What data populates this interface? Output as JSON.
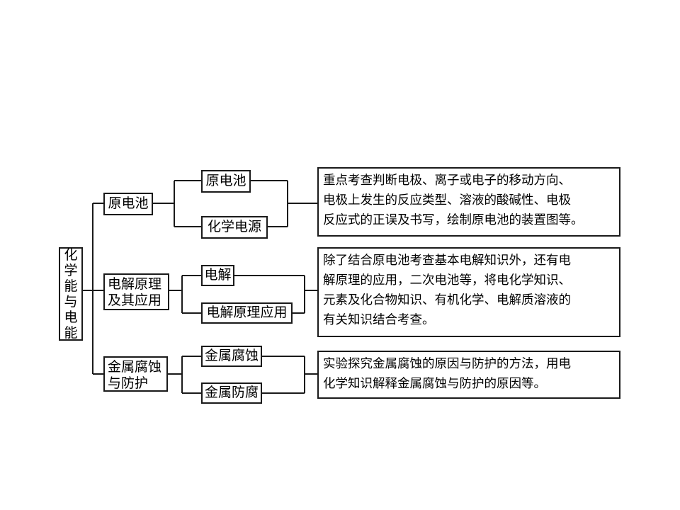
{
  "root": {
    "chars": [
      "化",
      "学",
      "能",
      "与",
      "电",
      "能"
    ]
  },
  "branches": [
    {
      "lines": [
        "原电池"
      ],
      "children": [
        "原电池",
        "化学电源"
      ],
      "desc": [
        "重点考查判断电极、离子或电子的移动方向、",
        "电极上发生的反应类型、溶液的酸碱性、电极",
        "反应式的正误及书写，绘制原电池的装置图等。"
      ]
    },
    {
      "lines": [
        "电解原理",
        "及其应用"
      ],
      "children": [
        "电解",
        "电解原理应用"
      ],
      "desc": [
        "除了结合原电池考查基本电解知识外，还有电",
        "解原理的应用，二次电池等，将电化学知识、",
        "元素及化合物知识、有机化学、电解质溶液的",
        "有关知识结合考查。"
      ]
    },
    {
      "lines": [
        "金属腐蚀",
        "与防护"
      ],
      "children": [
        "金属腐蚀",
        "金属防腐"
      ],
      "desc": [
        "实验探究金属腐蚀的原因与防护的方法，用电",
        "化学知识解释金属腐蚀与防护的原因等。"
      ]
    }
  ]
}
